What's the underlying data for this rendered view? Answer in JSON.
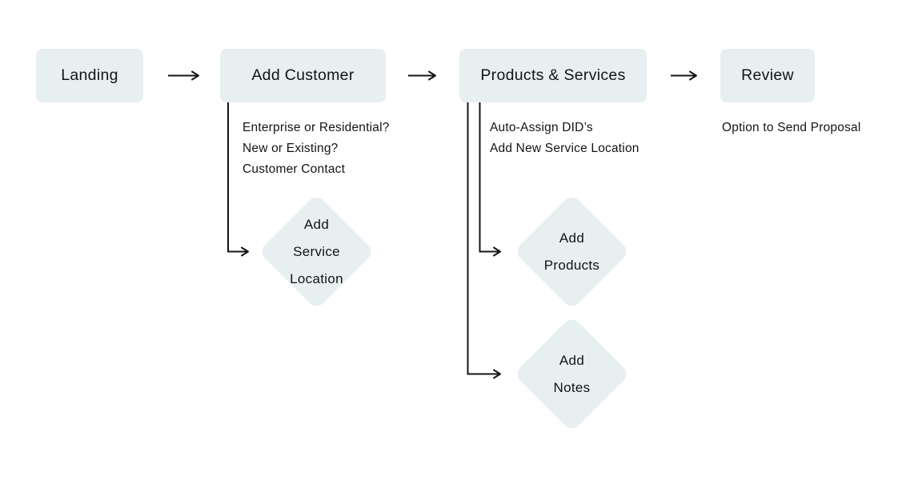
{
  "colors": {
    "node_fill": "#e8eff1",
    "text": "#141414",
    "connector": "#141414",
    "background": "#ffffff"
  },
  "flow": {
    "stages": [
      {
        "label": "Landing"
      },
      {
        "label": "Add Customer",
        "notes": [
          "Enterprise or Residential?",
          "New or Existing?",
          "Customer Contact"
        ],
        "diamonds": [
          {
            "lines": [
              "Add",
              "Service",
              "Location"
            ]
          }
        ]
      },
      {
        "label": "Products & Services",
        "notes": [
          "Auto-Assign DID’s",
          "Add New Service Location"
        ],
        "diamonds": [
          {
            "lines": [
              "Add",
              "Products"
            ]
          },
          {
            "lines": [
              "Add",
              "Notes"
            ]
          }
        ]
      },
      {
        "label": "Review",
        "notes": [
          "Option to Send Proposal"
        ]
      }
    ]
  }
}
